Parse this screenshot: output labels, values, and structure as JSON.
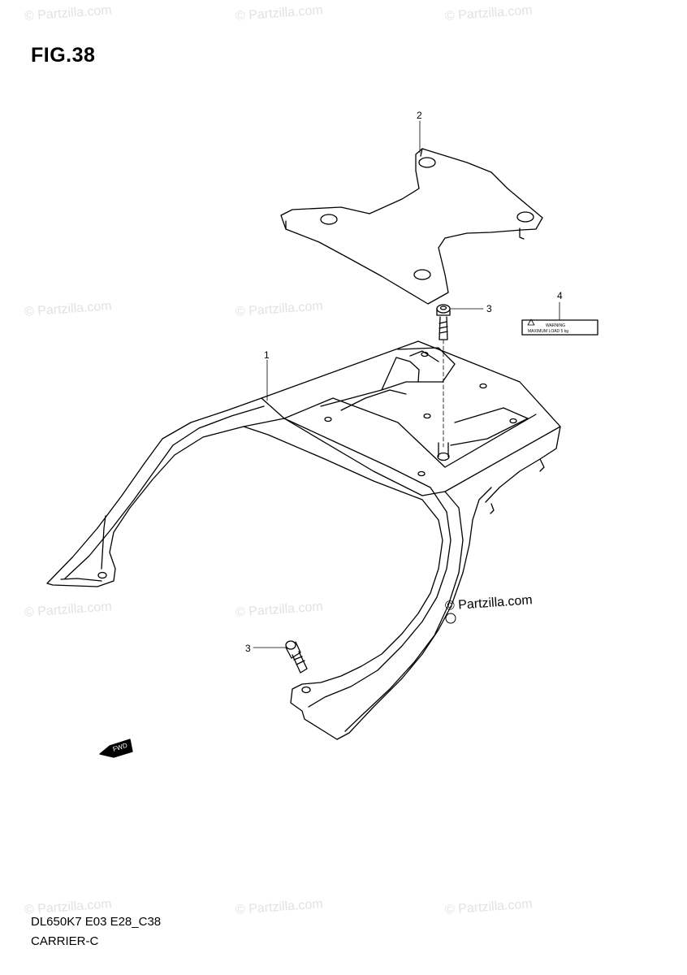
{
  "figure": {
    "title": "FIG.38",
    "model_code": "DL650K7 E03 E28_C38",
    "section_name": "CARRIER-C"
  },
  "callouts": [
    {
      "id": "carrier",
      "number": "1"
    },
    {
      "id": "plate",
      "number": "2"
    },
    {
      "id": "bolt-upper",
      "number": "3"
    },
    {
      "id": "bolt-lower",
      "number": "3"
    },
    {
      "id": "label",
      "number": "4"
    }
  ],
  "warning_label": {
    "heading": "WARNING",
    "line": "MAXIMUM LOAD 5 kg"
  },
  "fwd_marker": "FWD",
  "copyright": "© Partzilla.com",
  "watermark": "© Partzilla.com"
}
